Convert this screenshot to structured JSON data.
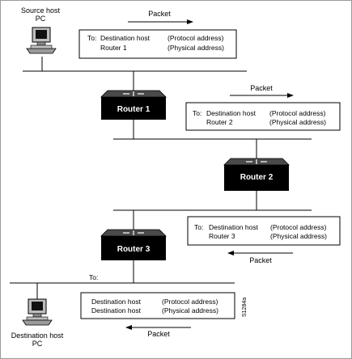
{
  "source_host": {
    "label_line1": "Source host",
    "label_line2": "PC",
    "icon": "pc-computer-icon"
  },
  "destination_host": {
    "label_line1": "Destination host",
    "label_line2": "PC",
    "icon": "pc-computer-icon"
  },
  "routers": [
    {
      "label": "Router 1",
      "icon": "router-icon"
    },
    {
      "label": "Router 2",
      "icon": "router-icon"
    },
    {
      "label": "Router 3",
      "icon": "router-icon"
    }
  ],
  "packets": [
    {
      "label": "Packet",
      "direction": "right",
      "rows": [
        {
          "prefix": "To:",
          "name": "Destination host",
          "type": "(Protocol address)"
        },
        {
          "prefix": "",
          "name": "Router 1",
          "type": "(Physical address)"
        }
      ]
    },
    {
      "label": "Packet",
      "direction": "right",
      "rows": [
        {
          "prefix": "To:",
          "name": "Destination host",
          "type": "(Protocol address)"
        },
        {
          "prefix": "",
          "name": "Router 2",
          "type": "(Physical address)"
        }
      ]
    },
    {
      "label": "Packet",
      "direction": "left",
      "rows": [
        {
          "prefix": "To:",
          "name": "Destination host",
          "type": "(Protocol address)"
        },
        {
          "prefix": "",
          "name": "Router 3",
          "type": "(Physical address)"
        }
      ]
    },
    {
      "label": "Packet",
      "direction": "left",
      "outside_prefix": "To:",
      "rows": [
        {
          "prefix": "",
          "name": "Destination host",
          "type": "(Protocol address)"
        },
        {
          "prefix": "",
          "name": "Destination host",
          "type": "(Physical address)"
        }
      ]
    }
  ],
  "figure_id": "S1284a",
  "colors": {
    "router_fill": "#000000",
    "router_top": "#4a4a4a",
    "line": "#000000",
    "frame": "#9a9a9a"
  }
}
